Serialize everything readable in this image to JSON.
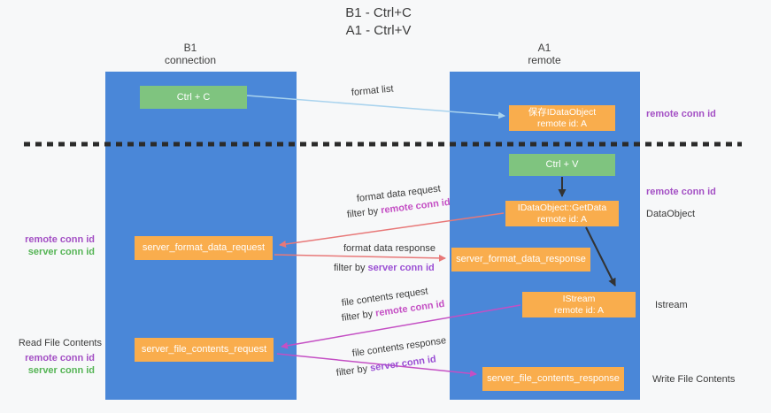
{
  "title": {
    "line1": "B1 - Ctrl+C",
    "line2": "A1 - Ctrl+V"
  },
  "columns": {
    "left": {
      "name": "B1",
      "subtitle": "connection"
    },
    "right": {
      "name": "A1",
      "subtitle": "remote"
    }
  },
  "boxes": {
    "ctrl_c": {
      "label": "Ctrl + C"
    },
    "ctrl_v": {
      "label": "Ctrl + V"
    },
    "save_dataobject": {
      "line1": "保存IDataObject",
      "line2": "remote id: A"
    },
    "getdata": {
      "line1": "IDataObject::GetData",
      "line2": "remote id: A"
    },
    "istream": {
      "line1": "IStream",
      "line2": "remote id: A"
    },
    "format_request": {
      "label": "server_format_data_request"
    },
    "format_response": {
      "label": "server_format_data_response"
    },
    "file_request": {
      "label": "server_file_contents_request"
    },
    "file_response": {
      "label": "server_file_contents_response"
    }
  },
  "flow_labels": {
    "format_list": "format list",
    "filter_by": "filter by",
    "format_request": "format data request",
    "format_response": "format data response",
    "file_request": "file contents request",
    "file_response": "file contents response",
    "remote_conn_id": "remote conn id",
    "server_conn_id": "server conn id"
  },
  "annotations": {
    "right_remote_conn_top": "remote conn id",
    "right_remote_conn_mid": "remote conn id",
    "dataobject": "DataObject",
    "istream": "Istream",
    "write_file": "Write File Contents",
    "left_remote_conn_mid": "remote conn id",
    "left_server_conn_mid": "server conn id",
    "read_file": "Read File Contents",
    "left_remote_conn_bottom": "remote conn id",
    "left_server_conn_bottom": "server conn id"
  },
  "colors": {
    "column_blue": "#4a87d8",
    "box_green": "#7fc47f",
    "box_orange": "#f9ad4d",
    "arrow_lightblue": "#a9d3ee",
    "arrow_salmon": "#e87878",
    "arrow_magenta": "#c44fc4",
    "arrow_black": "#333333",
    "annotation_purple": "#a34fc4",
    "annotation_green": "#55b455",
    "background": "#f7f8f9"
  }
}
